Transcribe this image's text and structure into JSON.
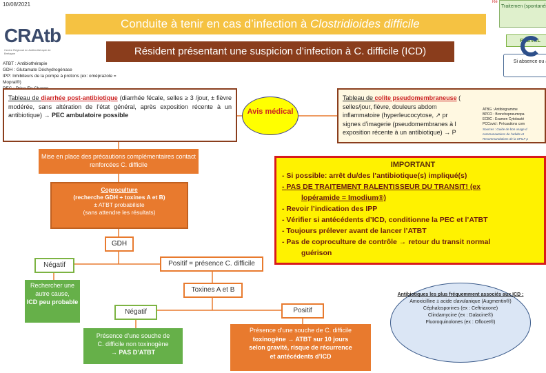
{
  "header": {
    "date": "10/08/2021",
    "logo": "CRAtb",
    "logo_sub": "Centre Régional en Antibiothérapie de Bretagne",
    "glossary": [
      "ATBT : Antibiothérapie",
      "GDH : Glutamate Déshydrogénase",
      "IPP: Inhibiteurs de la pompe à protons (ex: oméprazole = Mopral®)",
      "PEC : Prise En Charge"
    ],
    "title_prefix": "Conduite à tenir en cas d’infection à ",
    "title_italic": "Clostridioides difficile",
    "subtitle": "Résident présentant une suspicion d’infection à C. difficile (ICD)"
  },
  "diarrhee": {
    "prefix": "Tableau de ",
    "highlight": "diarrhée post-antibiotique",
    "body": " (diarrhée fécale, selles ≥ 3 /jour, ± fièvre modérée, sans altération de l’état général, après exposition récente à un antibiotique) → ",
    "bold_end": "PEC ambulatoire possible"
  },
  "avis": "Avis médical",
  "colite": {
    "prefix": "Tableau de ",
    "highlight": "colite pseudomembraneuse",
    "lines": [
      "selles/jour, fièvre, douleurs abdom",
      "inflammatoire (hyperleucocytose, ↗ pr",
      "signes d’imagerie (pseudomembranes à l",
      "exposition récente à un antibiotique) → P"
    ]
  },
  "right_panel": {
    "top_text": "Traitemen (spontanéi 7-",
    "reeval": "REEVAL",
    "absence": "Si absence ou a",
    "abbrev": [
      "ATBG : Antibiogramme",
      "BPCO : Bronchopneumopa",
      "ECBC : Examen Cytobacté",
      "PCCovid : Précautions com"
    ],
    "sources": [
      "Sources : Guide de bon usage d",
      "communautaires de l’adulte et",
      "Recommandations de la SPILF p"
    ]
  },
  "flow": {
    "precautions": "Mise en place des précautions complémentaires contact renforcées C. difficile",
    "copro_title": "Coproculture",
    "copro_sub": "(recherche GDH + toxines A et B)",
    "copro_line3": "± ATBT probabiliste",
    "copro_line4": "(sans attendre les résultats)",
    "gdh": "GDH",
    "negatif": "Négatif",
    "positif_presence": "Positif = présence C. difficile",
    "rechercher_1": "Rechercher une autre cause,",
    "rechercher_2": "ICD peu probable",
    "toxines": "Toxines A et B",
    "negatif2": "Négatif",
    "positif2": "Positif",
    "souche_non_1": "Présence d’une souche de",
    "souche_non_2": "C. difficile non toxinogène",
    "souche_non_3": "→ PAS D’ATBT",
    "souche_tox_1": "Présence d’une souche de C. difficile",
    "souche_tox_2": "toxinogène → ATBT sur 10 jours",
    "souche_tox_3": "selon gravité, risque de récurrence",
    "souche_tox_4": "et antécédents d’ICD"
  },
  "important": {
    "title": "IMPORTANT",
    "items": [
      "Si possible: arrêt du/des l’antibiotique(s) impliqué(s)",
      "PAS DE TRAITEMENT RALENTISSEUR DU TRANSIT! (ex",
      "lopéramide = Imodium®)",
      "Revoir l’indication des IPP",
      "Vérifier si antécédents d’ICD, conditionne la PEC et l’ATBT",
      "Toujours prélever avant de lancer l’ATBT",
      "Pas de coproculture de contrôle → retour du transit normal",
      "guérison"
    ]
  },
  "antibiotics": {
    "title": "Antibiotiques les plus fréquemment associés aux ICD :",
    "items": [
      "Amoxicilline ± acide clavulanique (Augmentin®)",
      "Céphalosporines (ex : Ceftriaxone)",
      "Clindamycine (ex : Dalacine®)",
      "Fluoroquinolones (ex : Oflocet®)"
    ]
  }
}
